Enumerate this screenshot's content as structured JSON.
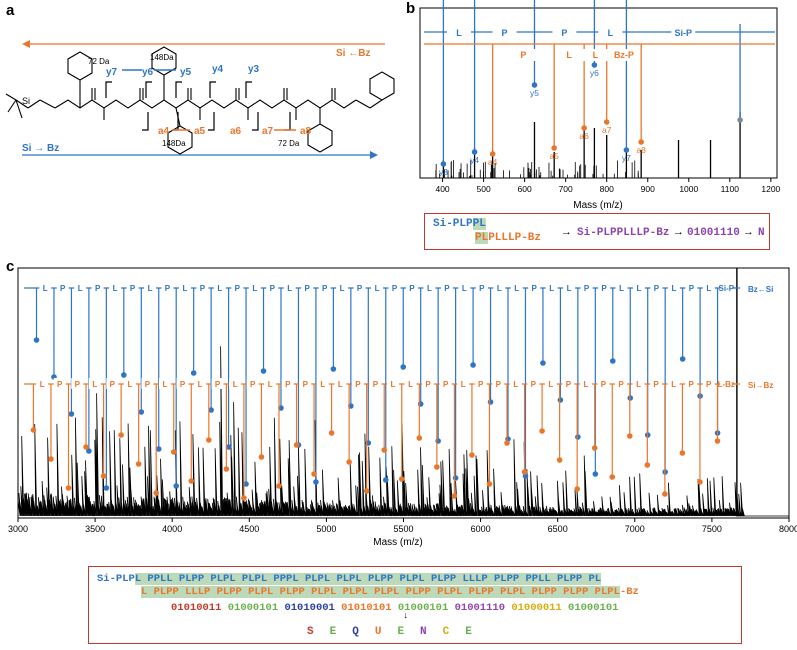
{
  "colors": {
    "blue": "#2e75c6",
    "orange": "#e9772b",
    "purple": "#8e44ad",
    "red": "#c0392b",
    "green": "#6ab04c",
    "yellow": "#d4ac0d",
    "navy": "#2c3e9e",
    "highlight": "#bcd9b9"
  },
  "panel_a": {
    "label": "a",
    "top_arrow": "Si ←Bz",
    "bottom_arrow": "Si → Bz",
    "mass_labels": {
      "da72_top": "72 Da",
      "da148_top": "148Da",
      "da148_bottom": "148Da",
      "da72_bottom": "72 Da"
    },
    "y_ions": [
      "y7",
      "y6",
      "y5",
      "y4",
      "y3"
    ],
    "a_ions": [
      "a4",
      "a5",
      "a6",
      "a7",
      "a8"
    ],
    "si_label": "Si"
  },
  "panel_b": {
    "label": "b",
    "xlabel": "Mass (m/z)",
    "xticks": [
      "400",
      "500",
      "600",
      "700",
      "800",
      "900",
      "1000",
      "1100",
      "1200"
    ],
    "blue_segments": [
      "L",
      "P",
      "P",
      "L",
      "Si-P"
    ],
    "orange_segments": [
      "P",
      "L",
      "L",
      "Bz-P"
    ],
    "y_ions": [
      "y3",
      "y4",
      "y5",
      "y6",
      "y7"
    ],
    "a_ions": [
      "a4",
      "a5",
      "a6",
      "a7",
      "a8"
    ],
    "seq_box": {
      "part1": "Si-PLP",
      "part1_hl": "PL",
      "part2": "PLLLP-Bz",
      "part3": "Si-PLPPLLLP-Bz",
      "part4": "01001110",
      "part5": "N"
    }
  },
  "panel_c": {
    "label": "c",
    "xlabel": "Mass (m/z)",
    "xticks": [
      "3000",
      "3500",
      "4000",
      "4500",
      "5000",
      "5500",
      "6000",
      "6500",
      "7000",
      "7500",
      "8000"
    ],
    "blue_letters": [
      "L",
      "P",
      "L",
      "P",
      "L",
      "P",
      "L",
      "P",
      "L",
      "P",
      "L",
      "P",
      "L",
      "P",
      "L",
      "P",
      "P",
      "L",
      "P",
      "L",
      "P",
      "P",
      "L",
      "P",
      "L",
      "P",
      "L",
      "L",
      "P",
      "L",
      "L",
      "P",
      "P",
      "L",
      "L",
      "P",
      "L",
      "P",
      "L",
      "Si-P"
    ],
    "blue_end": "Bz←Si",
    "orange_letters": [
      "L",
      "P",
      "P",
      "L",
      "P",
      "L",
      "P",
      "L",
      "P",
      "L",
      "P",
      "L",
      "P",
      "L",
      "P",
      "P",
      "L",
      "L",
      "P",
      "P",
      "L",
      "L",
      "P",
      "P",
      "L",
      "P",
      "P",
      "L",
      "P",
      "L",
      "P",
      "L",
      "P",
      "P",
      "L",
      "P",
      "L",
      "P",
      "P",
      "L-Bz"
    ],
    "orange_end": "Si→Bz",
    "seq": {
      "row1_prefix": "Si-PLP",
      "row1_hl": "L PPLL PLPP PLPL PLPL PPPL PLPL PLPL PLPP PLPL PLPP LLLP PLPP PPLL PLPP PL",
      "row2_hl": "L PLPP LLLP PLPP PLPL PLPP PLPL PLPL PLPL PLPP PLPL PLPP PLPL PLPP PLPP PLPL",
      "row2_suffix": "-Bz",
      "bytes": [
        "01010011",
        "01000101",
        "01010001",
        "01010101",
        "01000101",
        "01001110",
        "01000011",
        "01000101"
      ],
      "word": [
        "S",
        "E",
        "Q",
        "U",
        "E",
        "N",
        "C",
        "E"
      ]
    }
  }
}
